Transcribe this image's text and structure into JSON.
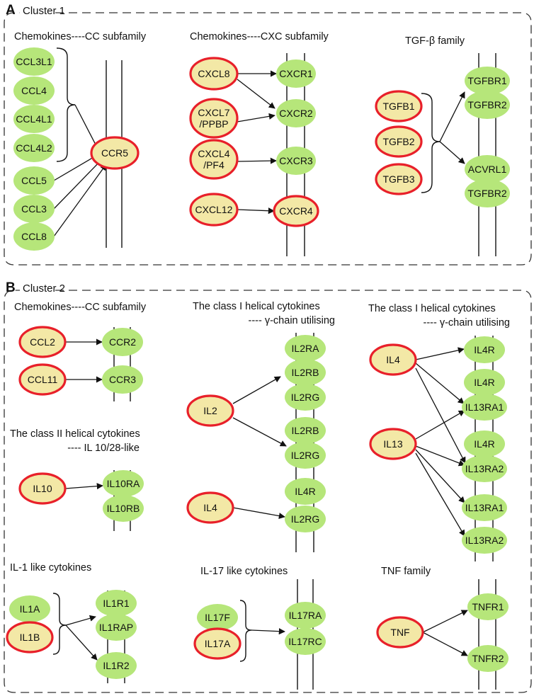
{
  "colors": {
    "ligand_fill": "#f3e8a6",
    "ligand_stroke": "#e8202a",
    "node_fill": "#b6e67a",
    "line": "#111111",
    "dash": "#333333"
  },
  "panels": [
    {
      "letter": "A",
      "title": "Cluster 1"
    },
    {
      "letter": "B",
      "title": "Cluster 2"
    }
  ],
  "groups": [
    {
      "id": "a-cc",
      "title": "Chemokines----CC subfamily",
      "subtitle": ""
    },
    {
      "id": "a-cxc",
      "title": "Chemokines----CXC subfamily",
      "subtitle": ""
    },
    {
      "id": "a-tgf",
      "title": "TGF-β family",
      "subtitle": ""
    },
    {
      "id": "b-cc",
      "title": "Chemokines----CC subfamily",
      "subtitle": ""
    },
    {
      "id": "b-class1a",
      "title": "The class I helical cytokines",
      "subtitle": "---- γ-chain utilising"
    },
    {
      "id": "b-class1b",
      "title": "The class I helical cytokines",
      "subtitle": "---- γ-chain utilising"
    },
    {
      "id": "b-class2",
      "title": "The class II helical cytokines",
      "subtitle": "---- IL 10/28-like"
    },
    {
      "id": "b-il1",
      "title": "IL-1 like cytokines",
      "subtitle": ""
    },
    {
      "id": "b-il17",
      "title": "IL-17 like cytokines",
      "subtitle": ""
    },
    {
      "id": "b-tnf",
      "title": "TNF family",
      "subtitle": ""
    }
  ],
  "nodes": [
    {
      "id": "CCL3L1",
      "label": [
        "CCL3L1"
      ],
      "kind": "plain"
    },
    {
      "id": "CCL4",
      "label": [
        "CCL4"
      ],
      "kind": "plain"
    },
    {
      "id": "CCL4L1",
      "label": [
        "CCL4L1"
      ],
      "kind": "plain"
    },
    {
      "id": "CCL4L2",
      "label": [
        "CCL4L2"
      ],
      "kind": "plain"
    },
    {
      "id": "CCL5",
      "label": [
        "CCL5"
      ],
      "kind": "plain"
    },
    {
      "id": "CCL3",
      "label": [
        "CCL3"
      ],
      "kind": "plain"
    },
    {
      "id": "CCL8",
      "label": [
        "CCL8"
      ],
      "kind": "plain"
    },
    {
      "id": "CCR5",
      "label": [
        "CCR5"
      ],
      "kind": "hub"
    },
    {
      "id": "CXCL8",
      "label": [
        "CXCL8"
      ],
      "kind": "hub"
    },
    {
      "id": "CXCL7",
      "label": [
        "CXCL7",
        "/PPBP"
      ],
      "kind": "hub"
    },
    {
      "id": "CXCL4",
      "label": [
        "CXCL4",
        "/PF4"
      ],
      "kind": "hub"
    },
    {
      "id": "CXCL12",
      "label": [
        "CXCL12"
      ],
      "kind": "hub"
    },
    {
      "id": "CXCR1",
      "label": [
        "CXCR1"
      ],
      "kind": "plain"
    },
    {
      "id": "CXCR2",
      "label": [
        "CXCR2"
      ],
      "kind": "plain"
    },
    {
      "id": "CXCR3",
      "label": [
        "CXCR3"
      ],
      "kind": "plain"
    },
    {
      "id": "CXCR4",
      "label": [
        "CXCR4"
      ],
      "kind": "hub"
    },
    {
      "id": "TGFB1",
      "label": [
        "TGFB1"
      ],
      "kind": "hub"
    },
    {
      "id": "TGFB2",
      "label": [
        "TGFB2"
      ],
      "kind": "hub"
    },
    {
      "id": "TGFB3",
      "label": [
        "TGFB3"
      ],
      "kind": "hub"
    },
    {
      "id": "TGFBR1",
      "label": [
        "TGFBR1"
      ],
      "kind": "plain"
    },
    {
      "id": "TGFBR2a",
      "label": [
        "TGFBR2"
      ],
      "kind": "plain"
    },
    {
      "id": "ACVRL1",
      "label": [
        "ACVRL1"
      ],
      "kind": "plain"
    },
    {
      "id": "TGFBR2b",
      "label": [
        "TGFBR2"
      ],
      "kind": "plain"
    },
    {
      "id": "CCL2",
      "label": [
        "CCL2"
      ],
      "kind": "hub"
    },
    {
      "id": "CCL11",
      "label": [
        "CCL11"
      ],
      "kind": "hub"
    },
    {
      "id": "CCR2",
      "label": [
        "CCR2"
      ],
      "kind": "plain"
    },
    {
      "id": "CCR3",
      "label": [
        "CCR3"
      ],
      "kind": "plain"
    },
    {
      "id": "IL10",
      "label": [
        "IL10"
      ],
      "kind": "hub"
    },
    {
      "id": "IL10RA",
      "label": [
        "IL10RA"
      ],
      "kind": "plain"
    },
    {
      "id": "IL10RB",
      "label": [
        "IL10RB"
      ],
      "kind": "plain"
    },
    {
      "id": "IL2",
      "label": [
        "IL2"
      ],
      "kind": "hub"
    },
    {
      "id": "IL4m",
      "label": [
        "IL4"
      ],
      "kind": "hub"
    },
    {
      "id": "IL2RA",
      "label": [
        "IL2RA"
      ],
      "kind": "plain"
    },
    {
      "id": "IL2RB1",
      "label": [
        "IL2RB"
      ],
      "kind": "plain"
    },
    {
      "id": "IL2RG1",
      "label": [
        "IL2RG"
      ],
      "kind": "plain"
    },
    {
      "id": "IL2RB2",
      "label": [
        "IL2RB"
      ],
      "kind": "plain"
    },
    {
      "id": "IL2RG2",
      "label": [
        "IL2RG"
      ],
      "kind": "plain"
    },
    {
      "id": "IL4Rm",
      "label": [
        "IL4R"
      ],
      "kind": "plain"
    },
    {
      "id": "IL2RG3",
      "label": [
        "IL2RG"
      ],
      "kind": "plain"
    },
    {
      "id": "IL4r",
      "label": [
        "IL4"
      ],
      "kind": "hub"
    },
    {
      "id": "IL13",
      "label": [
        "IL13"
      ],
      "kind": "hub"
    },
    {
      "id": "IL4R1",
      "label": [
        "IL4R"
      ],
      "kind": "plain"
    },
    {
      "id": "IL4R2",
      "label": [
        "IL4R"
      ],
      "kind": "plain"
    },
    {
      "id": "IL13RA1a",
      "label": [
        "IL13RA1"
      ],
      "kind": "plain"
    },
    {
      "id": "IL4R3",
      "label": [
        "IL4R"
      ],
      "kind": "plain"
    },
    {
      "id": "IL13RA2a",
      "label": [
        "IL13RA2"
      ],
      "kind": "plain"
    },
    {
      "id": "IL13RA1b",
      "label": [
        "IL13RA1"
      ],
      "kind": "plain"
    },
    {
      "id": "IL13RA2b",
      "label": [
        "IL13RA2"
      ],
      "kind": "plain"
    },
    {
      "id": "IL1A",
      "label": [
        "IL1A"
      ],
      "kind": "plain"
    },
    {
      "id": "IL1B",
      "label": [
        "IL1B"
      ],
      "kind": "hub"
    },
    {
      "id": "IL1R1",
      "label": [
        "IL1R1"
      ],
      "kind": "plain"
    },
    {
      "id": "IL1RAP",
      "label": [
        "IL1RAP"
      ],
      "kind": "plain"
    },
    {
      "id": "IL1R2",
      "label": [
        "IL1R2"
      ],
      "kind": "plain"
    },
    {
      "id": "IL17F",
      "label": [
        "IL17F"
      ],
      "kind": "plain"
    },
    {
      "id": "IL17A",
      "label": [
        "IL17A"
      ],
      "kind": "hub"
    },
    {
      "id": "IL17RA",
      "label": [
        "IL17RA"
      ],
      "kind": "plain"
    },
    {
      "id": "IL17RC",
      "label": [
        "IL17RC"
      ],
      "kind": "plain"
    },
    {
      "id": "TNF",
      "label": [
        "TNF"
      ],
      "kind": "hub"
    },
    {
      "id": "TNFR1",
      "label": [
        "TNFR1"
      ],
      "kind": "plain"
    },
    {
      "id": "TNFR2",
      "label": [
        "TNFR2"
      ],
      "kind": "plain"
    }
  ],
  "edges": [
    {
      "from": "CCL3L1-group",
      "to": "CCR5"
    },
    {
      "from": "CCL5",
      "to": "CCR5"
    },
    {
      "from": "CCL3",
      "to": "CCR5"
    },
    {
      "from": "CCL8",
      "to": "CCR5"
    },
    {
      "from": "CXCL8",
      "to": "CXCR1"
    },
    {
      "from": "CXCL8",
      "to": "CXCR2"
    },
    {
      "from": "CXCL7",
      "to": "CXCR2"
    },
    {
      "from": "CXCL4",
      "to": "CXCR3"
    },
    {
      "from": "CXCL12",
      "to": "CXCR4"
    },
    {
      "from": "TGFB-group",
      "to": "TGFBR1"
    },
    {
      "from": "TGFB-group",
      "to": "ACVRL1"
    },
    {
      "from": "CCL2",
      "to": "CCR2"
    },
    {
      "from": "CCL11",
      "to": "CCR3"
    },
    {
      "from": "IL10",
      "to": "IL10RA"
    },
    {
      "from": "IL2",
      "to": "IL2RB1"
    },
    {
      "from": "IL2",
      "to": "IL2RG2"
    },
    {
      "from": "IL4m",
      "to": "IL2RG3"
    },
    {
      "from": "IL4r",
      "to": "IL4R1"
    },
    {
      "from": "IL4r",
      "to": "IL13RA1a"
    },
    {
      "from": "IL4r",
      "to": "IL13RA2a"
    },
    {
      "from": "IL13",
      "to": "IL13RA1a"
    },
    {
      "from": "IL13",
      "to": "IL13RA2a"
    },
    {
      "from": "IL13",
      "to": "IL13RA1b"
    },
    {
      "from": "IL13",
      "to": "IL13RA2b"
    },
    {
      "from": "IL1-group",
      "to": "IL1R1"
    },
    {
      "from": "IL1-group",
      "to": "IL1R2"
    },
    {
      "from": "IL17-group",
      "to": "IL17RC"
    },
    {
      "from": "TNF",
      "to": "TNFR1"
    },
    {
      "from": "TNF",
      "to": "TNFR2"
    }
  ]
}
